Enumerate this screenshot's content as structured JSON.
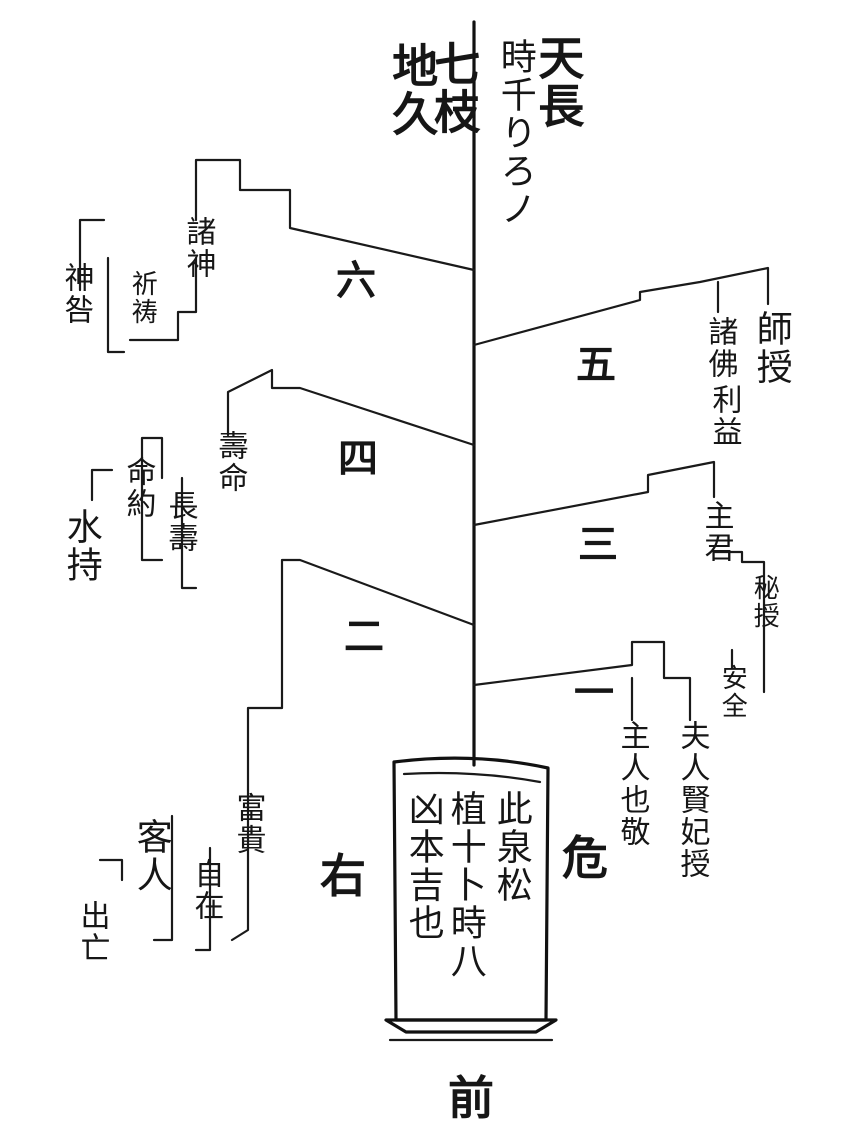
{
  "top": {
    "heaven_length": "天長",
    "hour_ruler": "時千りろノ",
    "seven_branches": "七枝",
    "earth_long": "地久"
  },
  "branch_numbers": {
    "one": "一",
    "two": "二",
    "three": "三",
    "four": "四",
    "five": "五",
    "six": "六"
  },
  "left_labels": {
    "shoshin": "諸神",
    "kigan": "祈祷",
    "shin_kyu": "神咎",
    "jumyo": "壽命",
    "meiyaku": "命約",
    "chojyu": "長壽",
    "suiji": "水持",
    "fuki": "富貴",
    "jizai": "自在",
    "kyakujin": "客人",
    "tobo": "出亡"
  },
  "right_labels": {
    "shi_sen": "師授",
    "shobutsu": "諸佛",
    "rizai": "利益",
    "shukun": "主君",
    "hisen": "秘授",
    "anzen": "安全",
    "shujin": "主人",
    "shujin_kei": "主人也敬",
    "fujin": "夫人",
    "fujin_ken": "夫人賢妃授"
  },
  "bottom": {
    "right_side": "右",
    "danger": "危",
    "front": "前",
    "plaque_col1": "此泉松",
    "plaque_col2": "植十卜時八",
    "plaque_col3": "凶本吉也"
  }
}
